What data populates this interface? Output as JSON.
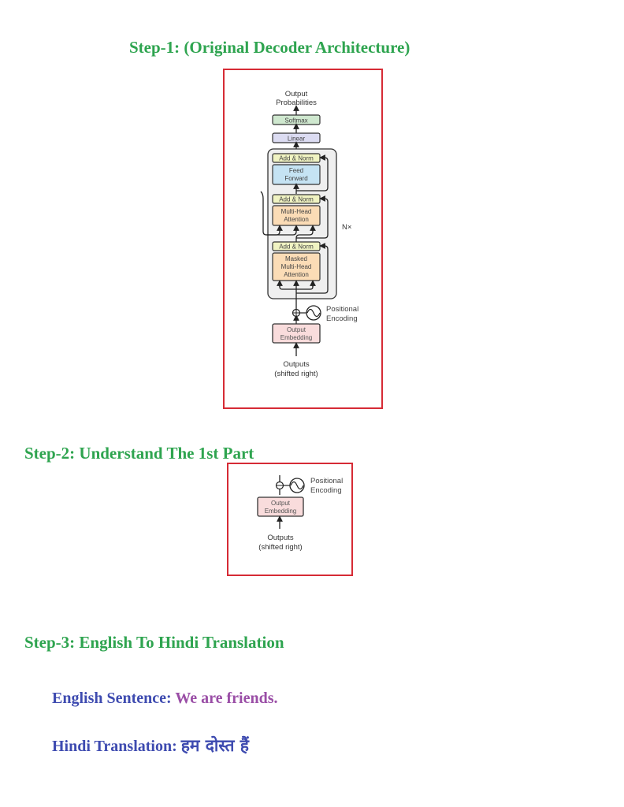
{
  "step1": {
    "heading": "Step-1:  (Original Decoder Architecture)",
    "diagram": {
      "output_label_1": "Output",
      "output_label_2": "Probabilities",
      "softmax": "Softmax",
      "linear": "Linear",
      "add_norm": "Add & Norm",
      "feed_forward_1": "Feed",
      "feed_forward_2": "Forward",
      "mha_1": "Multi-Head",
      "mha_2": "Attention",
      "masked_1": "Masked",
      "masked_2": "Multi-Head",
      "masked_3": "Attention",
      "nx": "N×",
      "pos_enc_1": "Positional",
      "pos_enc_2": "Encoding",
      "embed_1": "Output",
      "embed_2": "Embedding",
      "inputs_1": "Outputs",
      "inputs_2": "(shifted right)"
    }
  },
  "step2": {
    "heading": "Step-2: Understand The 1st Part",
    "diagram": {
      "pos_enc_1": "Positional",
      "pos_enc_2": "Encoding",
      "embed_1": "Output",
      "embed_2": "Embedding",
      "inputs_1": "Outputs",
      "inputs_2": "(shifted right)"
    }
  },
  "step3": {
    "heading": "Step-3: English To Hindi Translation",
    "english_label": "English Sentence:",
    "english_value": "We are friends.",
    "hindi_label": "Hindi Translation:",
    "hindi_value": "हम दोस्त हैं"
  },
  "colors": {
    "heading": "#2ea44f",
    "frame": "#d62b35",
    "label_blue": "#3e4bb0",
    "value_purple": "#9a4ea6",
    "softmax": "#cfe8cf",
    "linear": "#dcdcf2",
    "add_norm": "#f0f3c2",
    "feed_forward": "#c5e3f3",
    "attention": "#fbdcb6",
    "embedding": "#f9dcdc",
    "block_bg": "#efefef"
  }
}
